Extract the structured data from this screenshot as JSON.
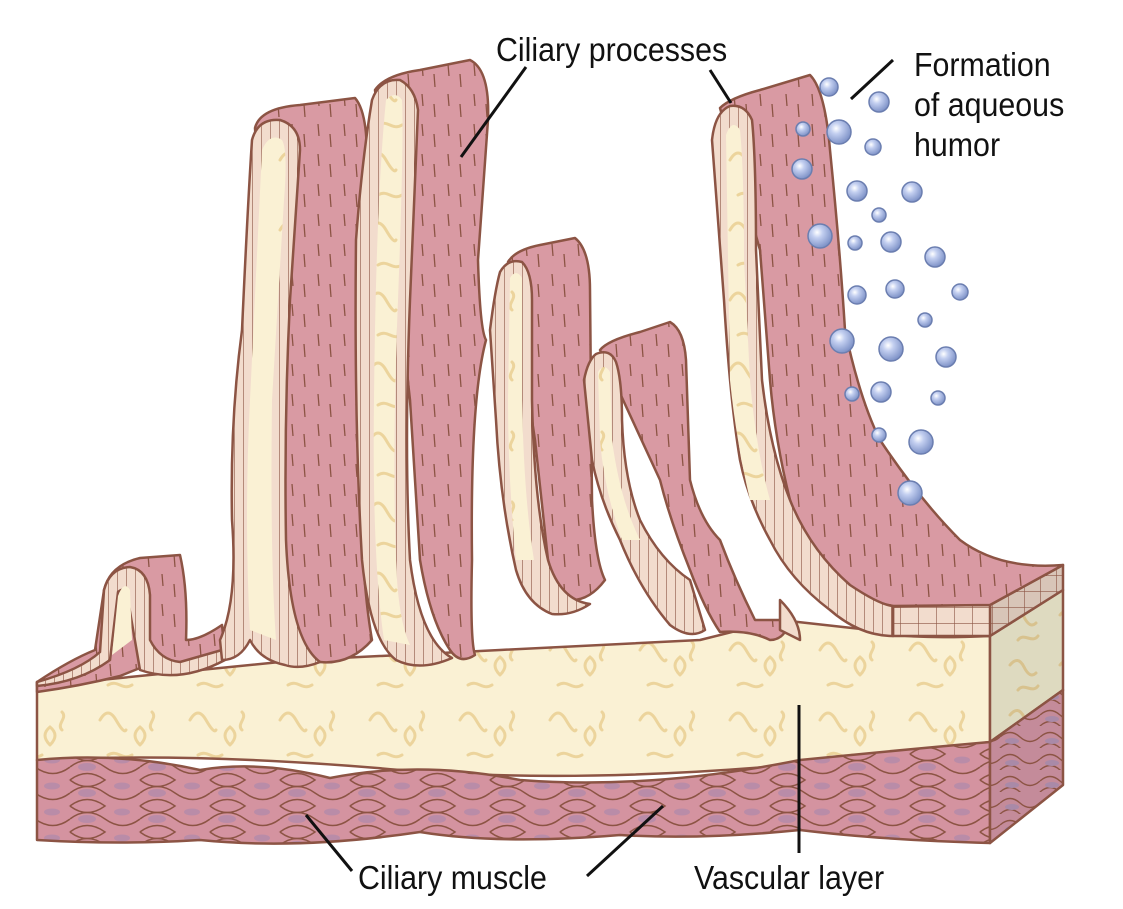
{
  "title": "Ciliary body cross-section",
  "labels": {
    "ciliary_processes": "Ciliary processes",
    "aqueous_line1": "Formation",
    "aqueous_line2": "of aqueous",
    "aqueous_line3": "humor",
    "ciliary_muscle": "Ciliary muscle",
    "vascular_layer": "Vascular layer"
  },
  "colors": {
    "process_pink": "#d99aa3",
    "epithelium": "#f2dccd",
    "stroma": "#faf1d4",
    "stroma_squiggle": "#ecd49c",
    "muscle": "#d493a0",
    "muscle_nucleus": "#b98ca8",
    "outline": "#8c5444",
    "droplet": "#9fb0dc",
    "side_stroma": "#dedac0",
    "side_muscle": "#c48b9a"
  }
}
